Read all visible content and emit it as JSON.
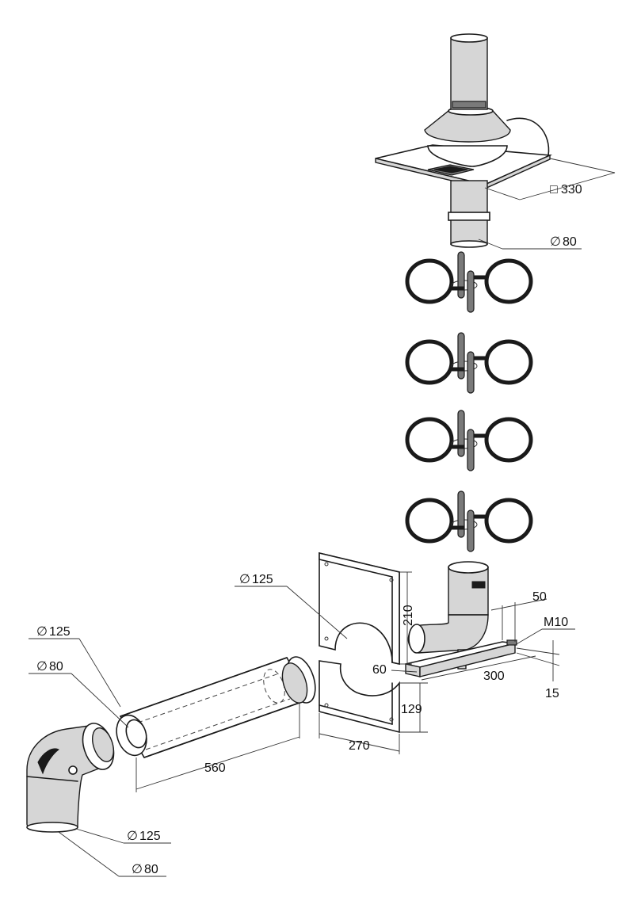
{
  "labels": {
    "square_330": "330",
    "dia_80_roof": "80",
    "dia_125_plate": "125",
    "dim_210": "210",
    "dim_50": "50",
    "thread_m10": "M10",
    "dim_60": "60",
    "dim_300": "300",
    "dim_15": "15",
    "dia_125_pipe": "125",
    "dia_80_pipe": "80",
    "dim_129": "129",
    "dim_270": "270",
    "dim_560": "560",
    "dia_125_elbow": "125",
    "dia_80_elbow": "80"
  },
  "symbols": {
    "square": "□",
    "diameter": "∅"
  }
}
